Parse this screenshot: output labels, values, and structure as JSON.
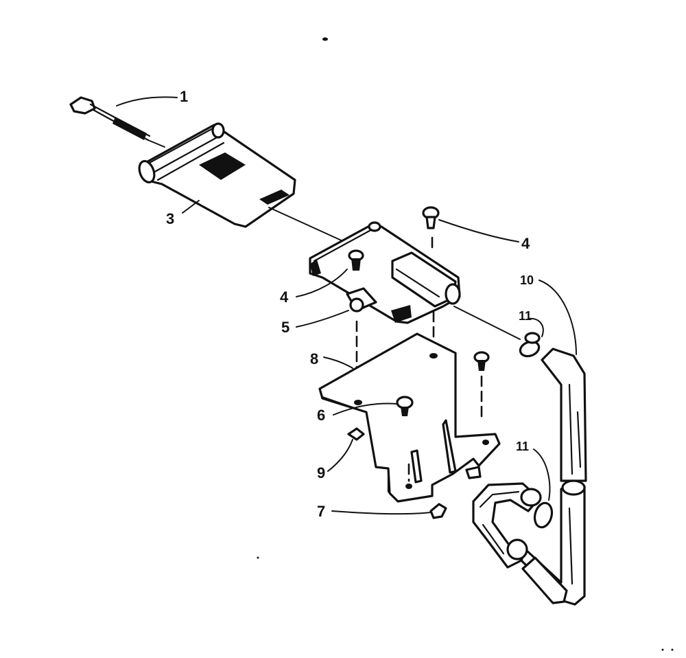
{
  "callouts": {
    "c1": "1",
    "c3": "3",
    "c4a": "4",
    "c4b": "4",
    "c5": "5",
    "c6": "6",
    "c7": "7",
    "c8": "8",
    "c9": "9",
    "c10": "10",
    "c11a": "11",
    "c11b": "11"
  }
}
